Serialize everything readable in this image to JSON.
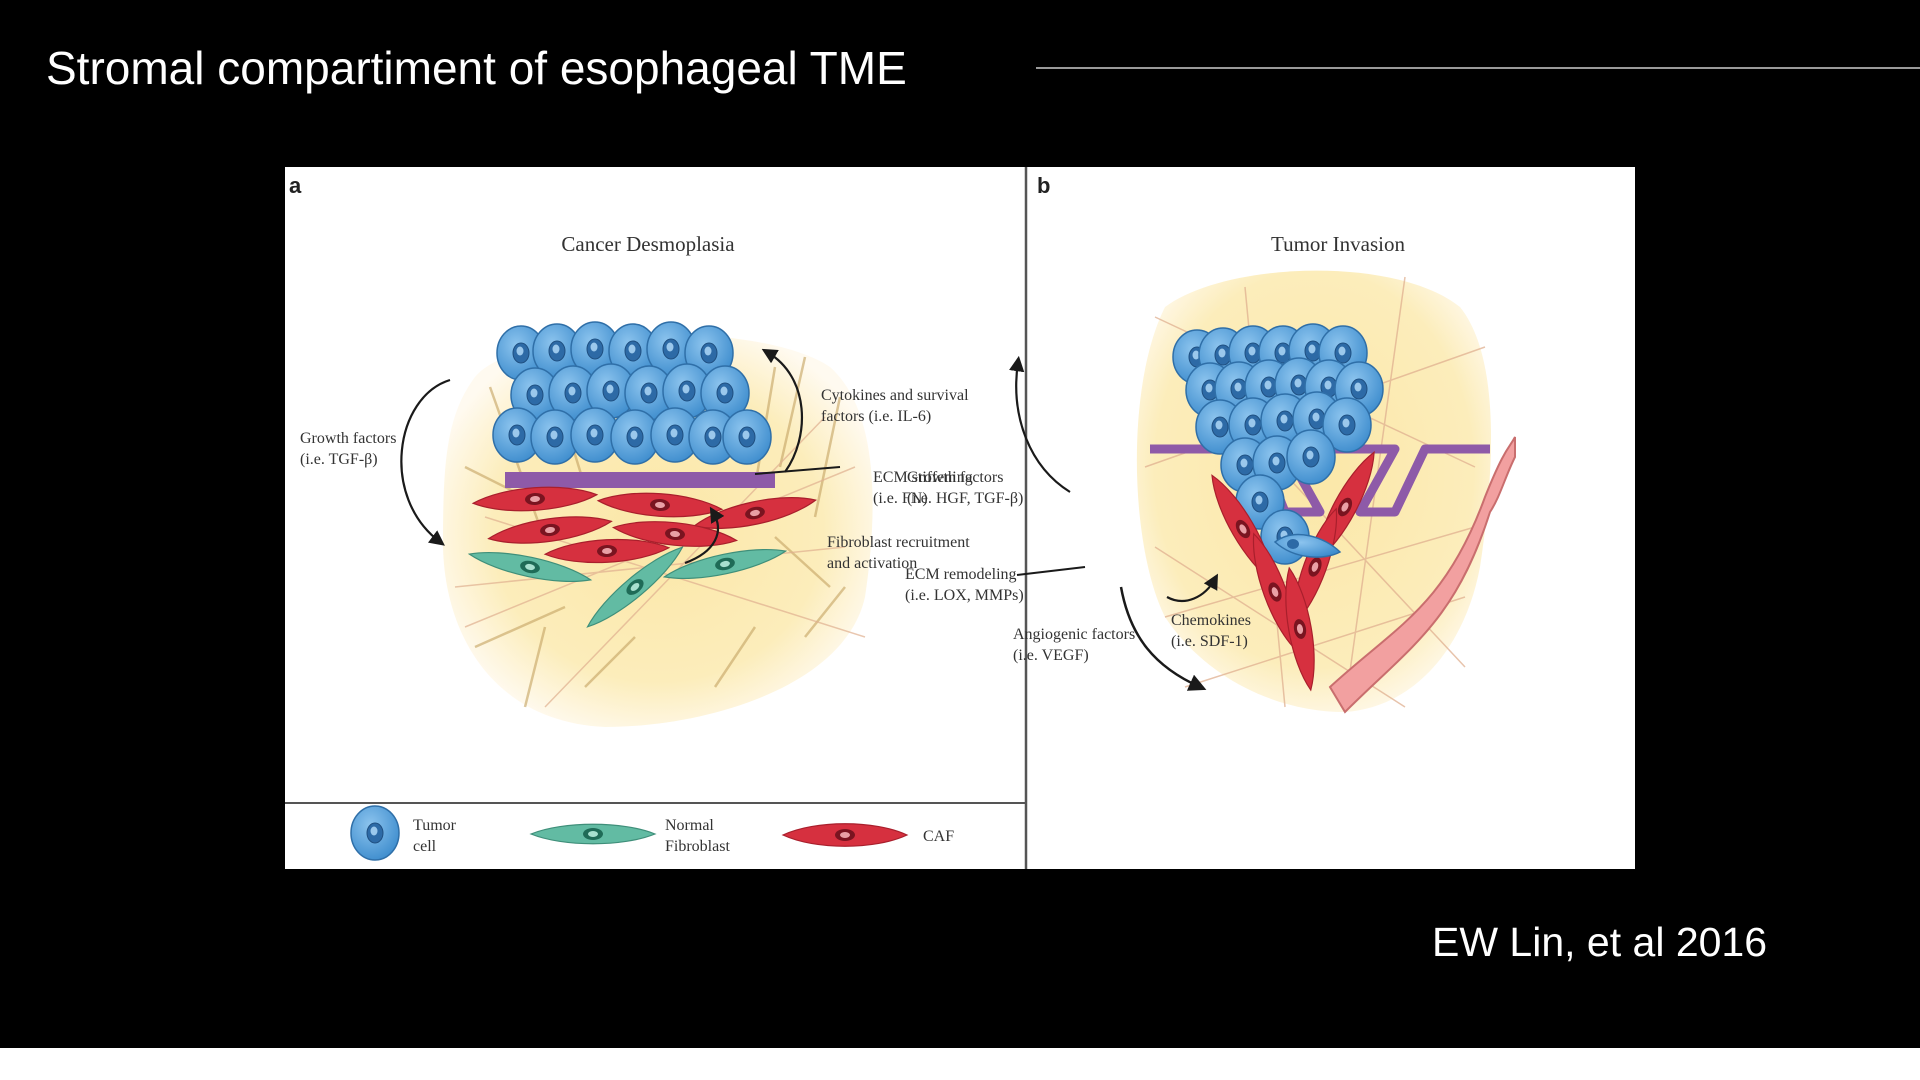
{
  "slide": {
    "title": "Stromal compartiment of esophageal TME",
    "citation": "EW Lin, et al 2016"
  },
  "colors": {
    "background": "#000000",
    "tumor_cell": "#4a9bd8",
    "normal_fibroblast": "#5fb9a0",
    "caf": "#d6303f",
    "stroma": "#fbe7a7",
    "basement_membrane": "#8e5aa8",
    "vessel": "#f2a0a0"
  },
  "figure": {
    "panel_a": {
      "letter": "a",
      "title": "Cancer Desmoplasia",
      "labels": {
        "growth_factors_1": "Growth factors",
        "growth_factors_2": "(i.e. TGF-β)",
        "cytokines_1": "Cytokines and survival",
        "cytokines_2": "factors (i.e. IL-6)",
        "ecm_stiffening_1": "ECM stiffening",
        "ecm_stiffening_2": "(i.e. FN)",
        "fibroblast_1": "Fibroblast recruitment",
        "fibroblast_2": "and activation"
      }
    },
    "panel_b": {
      "letter": "b",
      "title": "Tumor Invasion",
      "labels": {
        "growth_factors_1": "Growth factors",
        "growth_factors_2": "(i.e. HGF, TGF-β)",
        "ecm_remodeling_1": "ECM remodeling",
        "ecm_remodeling_2": "(i.e. LOX, MMPs)",
        "angiogenic_1": "Angiogenic factors",
        "angiogenic_2": "(i.e. VEGF)",
        "chemokines_1": "Chemokines",
        "chemokines_2": "(i.e. SDF-1)"
      }
    },
    "legend": {
      "tumor_1": "Tumor",
      "tumor_2": "cell",
      "fibro_1": "Normal",
      "fibro_2": "Fibroblast",
      "caf": "CAF"
    }
  }
}
